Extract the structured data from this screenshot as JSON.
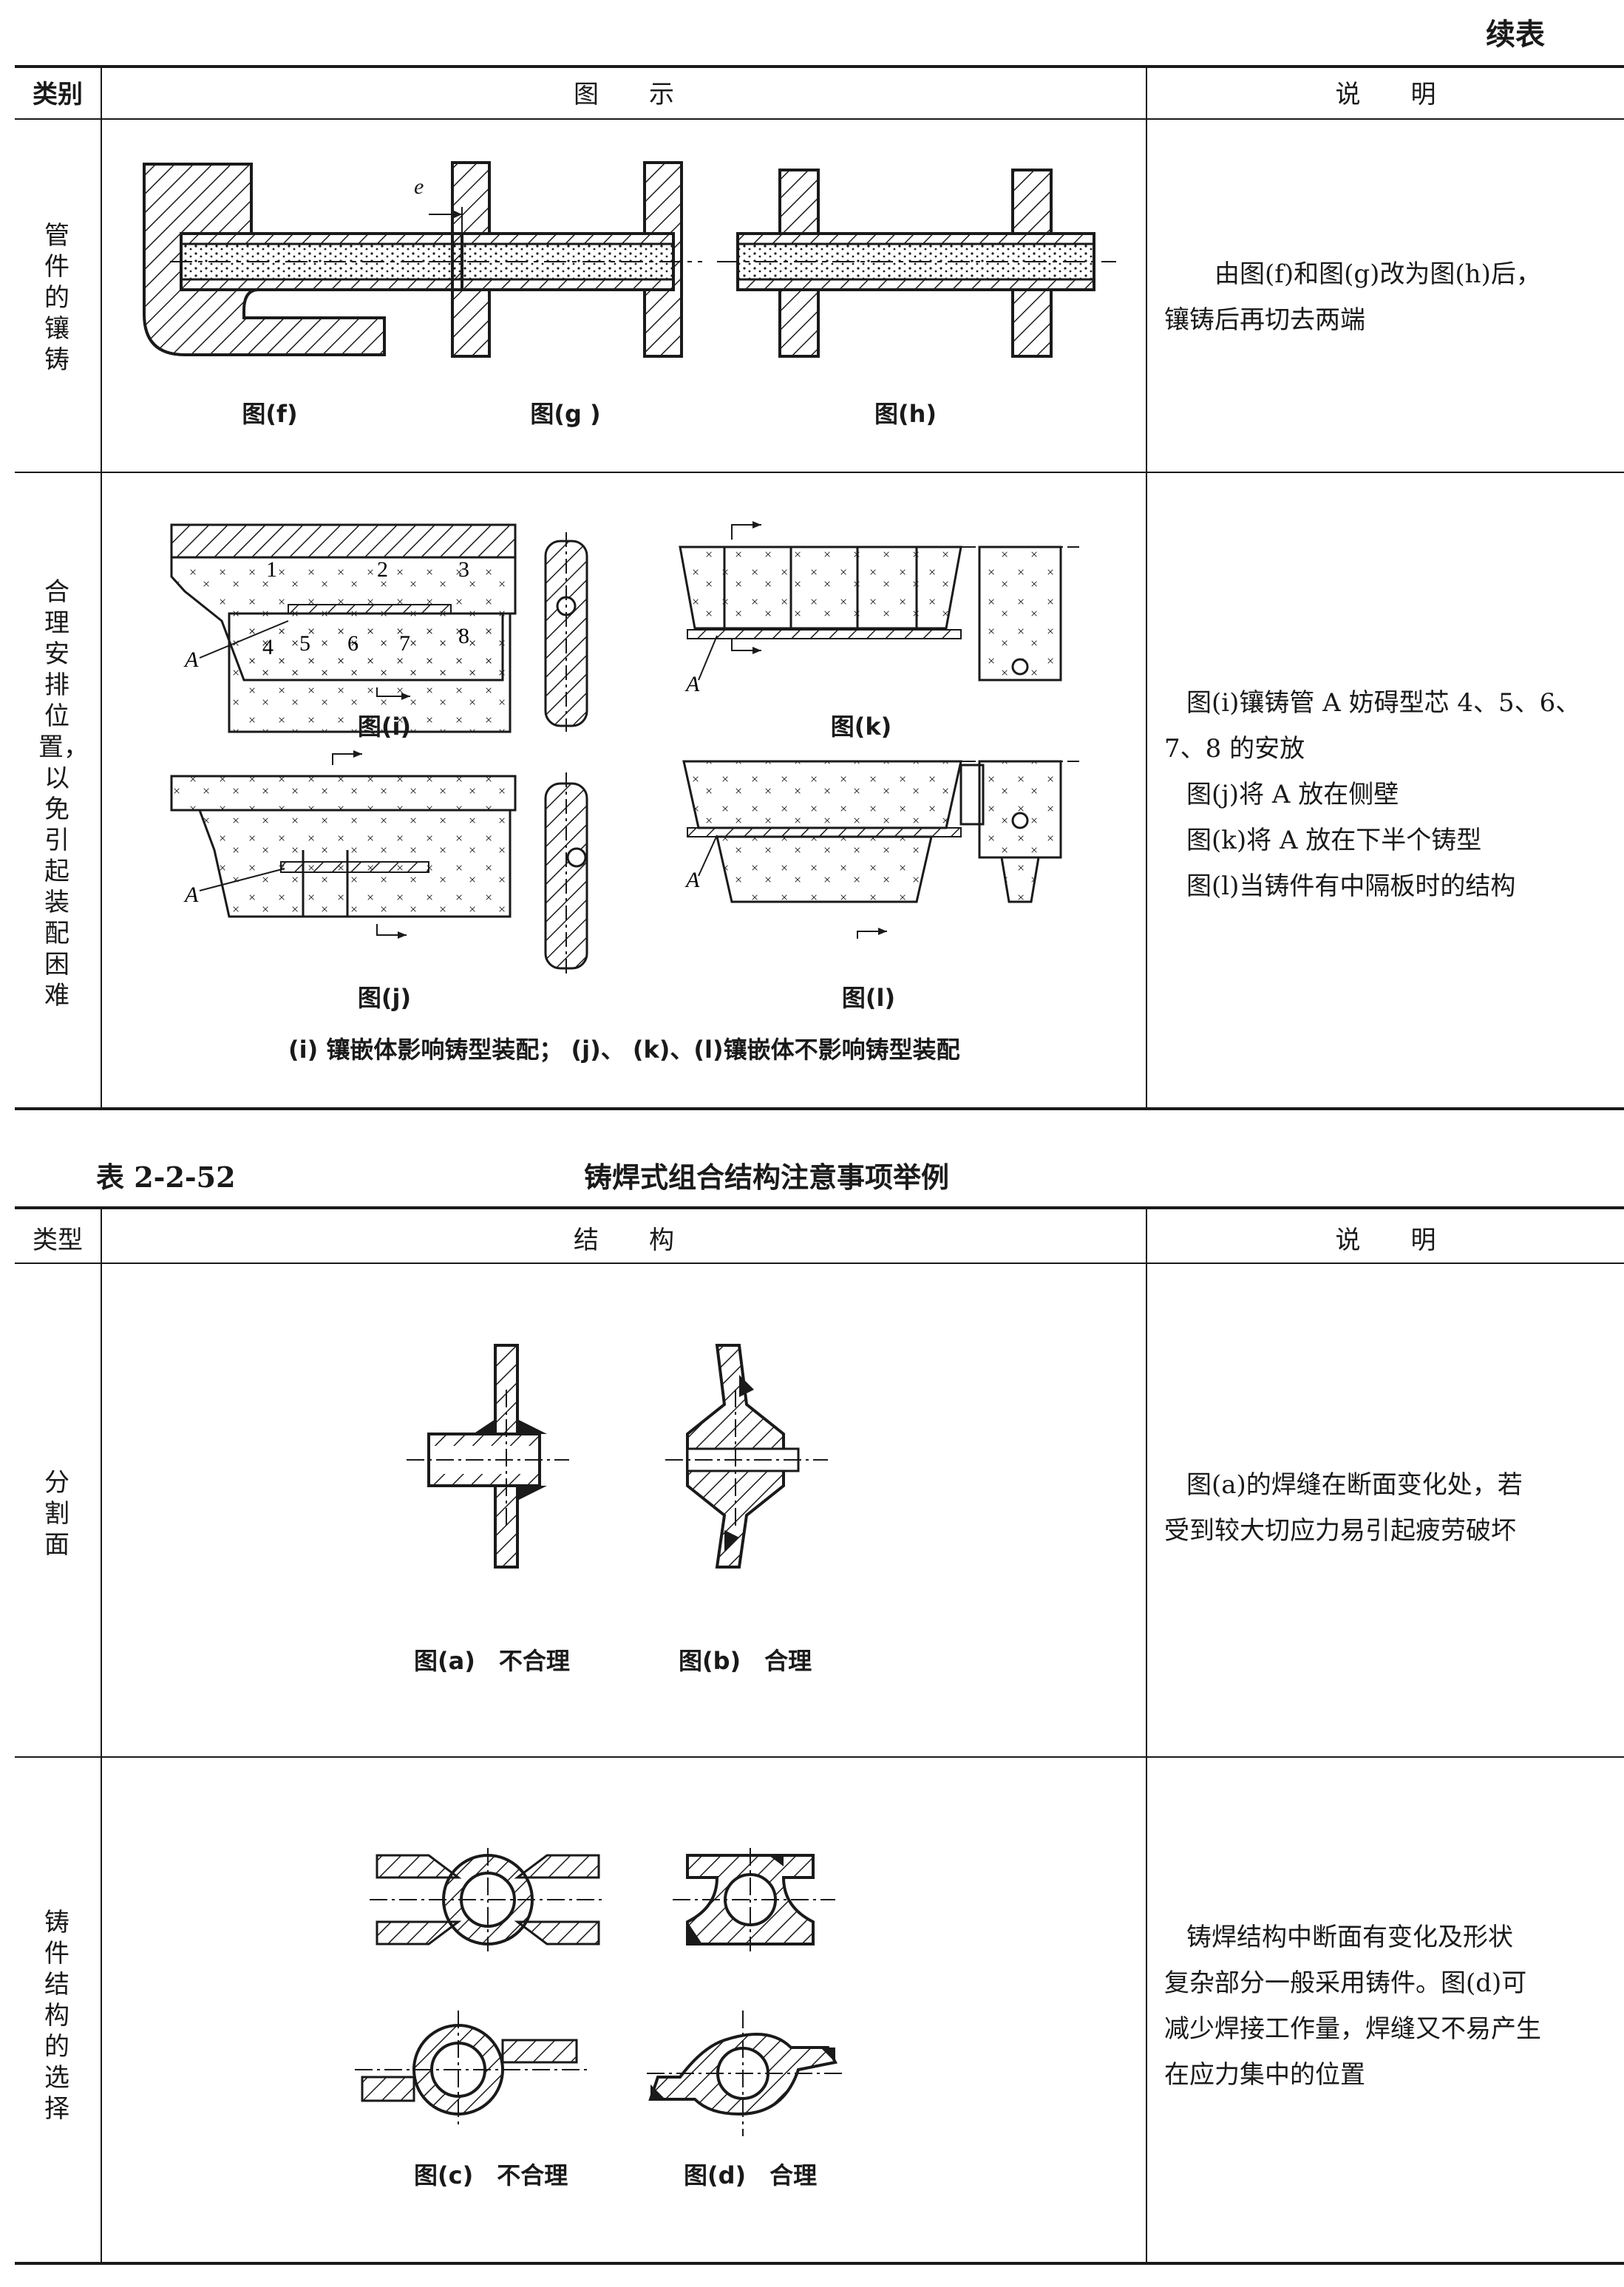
{
  "continued": "续表",
  "top_table": {
    "headers": [
      "类别",
      "图　　示",
      "说　　明"
    ],
    "rows": [
      {
        "category": "管件的镶铸",
        "captions": [
          "图(f)",
          "图(g )",
          "图(h)"
        ],
        "dim_label": "e",
        "description": [
          "由图(f)和图(g)改为图(h)后，",
          "镶铸后再切去两端"
        ]
      },
      {
        "category": "合理安排位置，以免引起装配困难",
        "captions": [
          "图(i)",
          "图(k)",
          "图(j)",
          "图(l)"
        ],
        "note": "(i) 镶嵌体影响铸型装配； (j)、 (k)、(l)镶嵌体不影响铸型装配",
        "core_numbers": [
          "1",
          "2",
          "3",
          "4",
          "5",
          "6",
          "7",
          "8"
        ],
        "pipe_label": "A",
        "description": [
          "图(i)镶铸管 A 妨碍型芯 4、5、6、",
          "7、8 的安放",
          "图(j)将 A 放在侧壁",
          "图(k)将 A 放在下半个铸型",
          "图(l)当铸件有中隔板时的结构"
        ]
      }
    ]
  },
  "table_52": {
    "number": "表 2-2-52",
    "title": "铸焊式组合结构注意事项举例",
    "headers": [
      "类型",
      "结　　构",
      "说　　明"
    ],
    "rows": [
      {
        "category": "分割面",
        "captions": [
          "图(a)　不合理",
          "图(b)　合理"
        ],
        "description": [
          "图(a)的焊缝在断面变化处，若",
          "受到较大切应力易引起疲劳破坏"
        ]
      },
      {
        "category": "铸件结构的选择",
        "captions": [
          "图(c)　不合理",
          "图(d)　合理"
        ],
        "description": [
          "铸焊结构中断面有变化及形状",
          "复杂部分一般采用铸件。图(d)可",
          "减少焊接工作量，焊缝又不易产生",
          "在应力集中的位置"
        ]
      }
    ]
  }
}
